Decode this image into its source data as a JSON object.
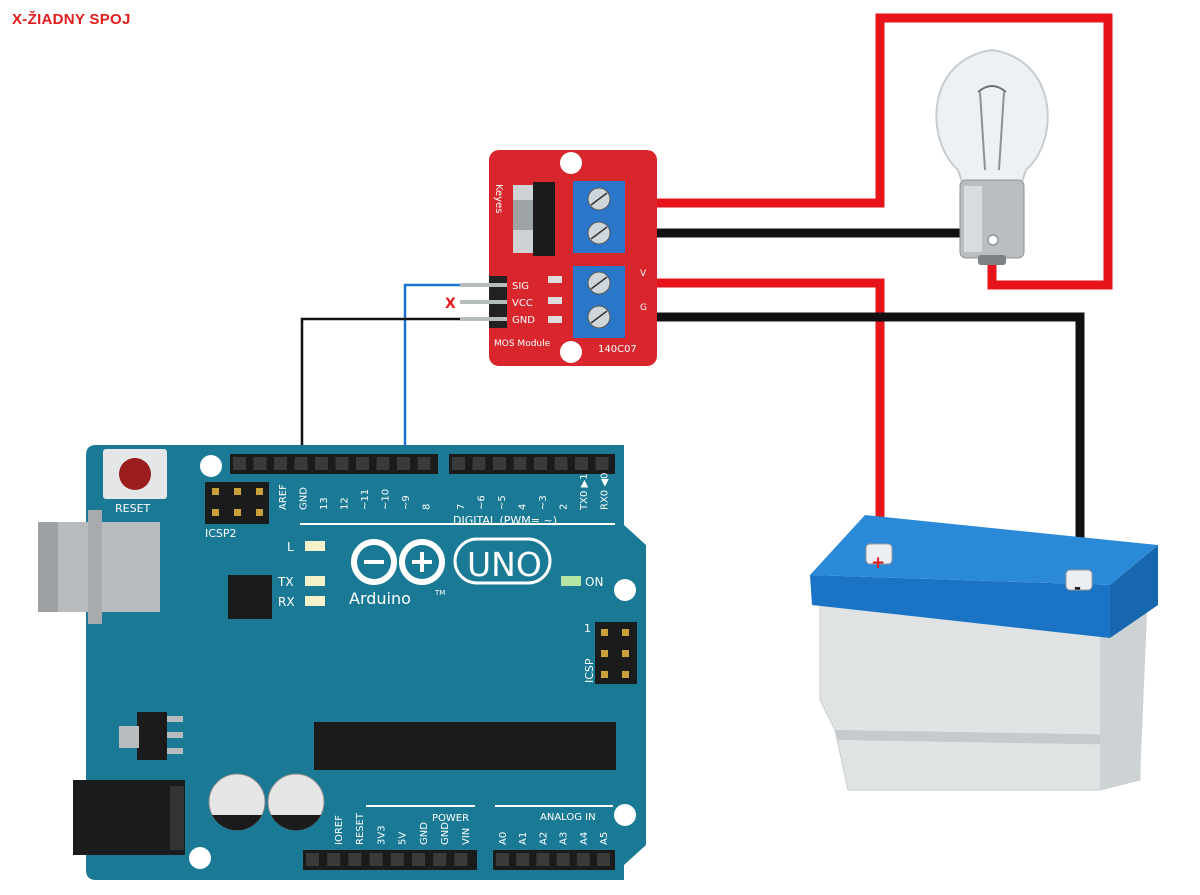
{
  "legend": {
    "no_connection": "X-ŽIADNY SPOJ"
  },
  "colors": {
    "wire_red": "#e8141b",
    "wire_black": "#111111",
    "wire_blue": "#1e73d6",
    "board": "#1a7a95",
    "module": "#d9262c",
    "terminal": "#2a77c9",
    "battery_top": "#1f7fd1",
    "battery_body": "#dfe3e4"
  },
  "module": {
    "brand": "Keyes",
    "pin_sig": "SIG",
    "pin_vcc": "VCC",
    "pin_gnd": "GND",
    "name": "MOS Module",
    "code": "140C07",
    "cross_mark": "X",
    "side_v": "V",
    "side_g": "G"
  },
  "arduino": {
    "reset": "RESET",
    "icsp2": "ICSP2",
    "icsp": "ICSP",
    "icsp_pin1": "1",
    "led_l": "L",
    "led_tx": "TX",
    "led_rx": "RX",
    "led_on": "ON",
    "brand": "Arduino",
    "model": "UNO",
    "tm": "TM",
    "digital_label": "DIGITAL (PWM= ~)",
    "power_label": "POWER",
    "analog_label": "ANALOG IN",
    "digital_pins_left": [
      "AREF",
      "GND",
      "13",
      "12",
      "~11",
      "~10",
      "~9",
      "8"
    ],
    "digital_pins_right": [
      "7",
      "~6",
      "~5",
      "4",
      "~3",
      "2",
      "TX0 ▶1",
      "RX0 ◀0"
    ],
    "power_pins": [
      "IOREF",
      "RESET",
      "3V3",
      "5V",
      "GND",
      "GND",
      "VIN"
    ],
    "analog_pins": [
      "A0",
      "A1",
      "A2",
      "A3",
      "A4",
      "A5"
    ]
  },
  "battery": {
    "plus": "+",
    "minus": "-"
  }
}
